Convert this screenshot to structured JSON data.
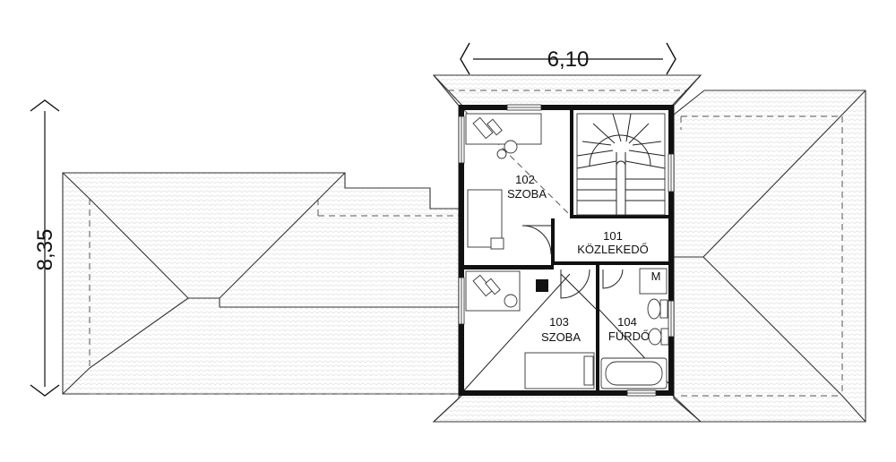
{
  "dimensions": {
    "width_label": "6,10",
    "depth_label": "8,35"
  },
  "rooms": [
    {
      "number": "101",
      "name": "KÖZLEKEDŐ"
    },
    {
      "number": "102",
      "name": "SZOBA"
    },
    {
      "number": "103",
      "name": "SZOBA"
    },
    {
      "number": "104",
      "name": "FÜRDŐ"
    }
  ],
  "symbols": {
    "washing_machine": "M"
  },
  "colors": {
    "wall": "#111111",
    "line": "#333333",
    "tile": "#e4e4e4"
  }
}
